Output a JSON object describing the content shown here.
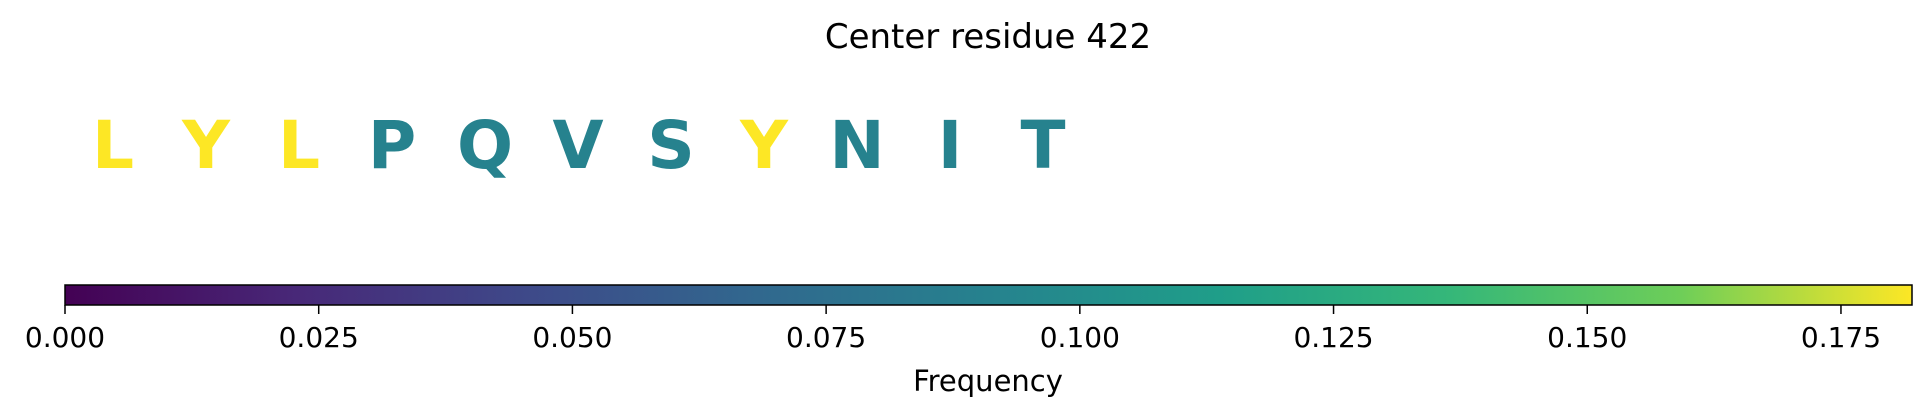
{
  "chart_data": {
    "type": "other",
    "title": "Center residue 422",
    "residues": [
      {
        "letter": "L",
        "frequency": 0.182
      },
      {
        "letter": "Y",
        "frequency": 0.182
      },
      {
        "letter": "L",
        "frequency": 0.182
      },
      {
        "letter": "P",
        "frequency": 0.091
      },
      {
        "letter": "Q",
        "frequency": 0.091
      },
      {
        "letter": "V",
        "frequency": 0.091
      },
      {
        "letter": "S",
        "frequency": 0.091
      },
      {
        "letter": "Y",
        "frequency": 0.182
      },
      {
        "letter": "N",
        "frequency": 0.091
      },
      {
        "letter": "I",
        "frequency": 0.091
      },
      {
        "letter": "T",
        "frequency": 0.091
      }
    ],
    "colorbar": {
      "colormap": "viridis",
      "range": [
        0,
        0.182
      ],
      "ticks": [
        0.0,
        0.025,
        0.05,
        0.075,
        0.1,
        0.125,
        0.15,
        0.175
      ],
      "tick_labels": [
        "0.000",
        "0.025",
        "0.050",
        "0.075",
        "0.100",
        "0.125",
        "0.150",
        "0.175"
      ],
      "label": "Frequency"
    }
  }
}
